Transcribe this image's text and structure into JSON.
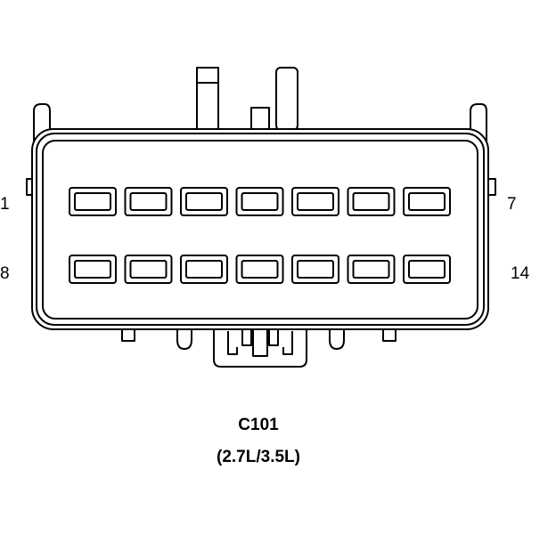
{
  "connector": {
    "id": "C101",
    "subtitle": "(2.7L/3.5L)",
    "rows": [
      {
        "first_pin": "1",
        "last_pin": "7",
        "cavity_count": 7
      },
      {
        "first_pin": "8",
        "last_pin": "14",
        "cavity_count": 7
      }
    ],
    "stroke_color": "#000000",
    "fill_color": "#ffffff"
  }
}
